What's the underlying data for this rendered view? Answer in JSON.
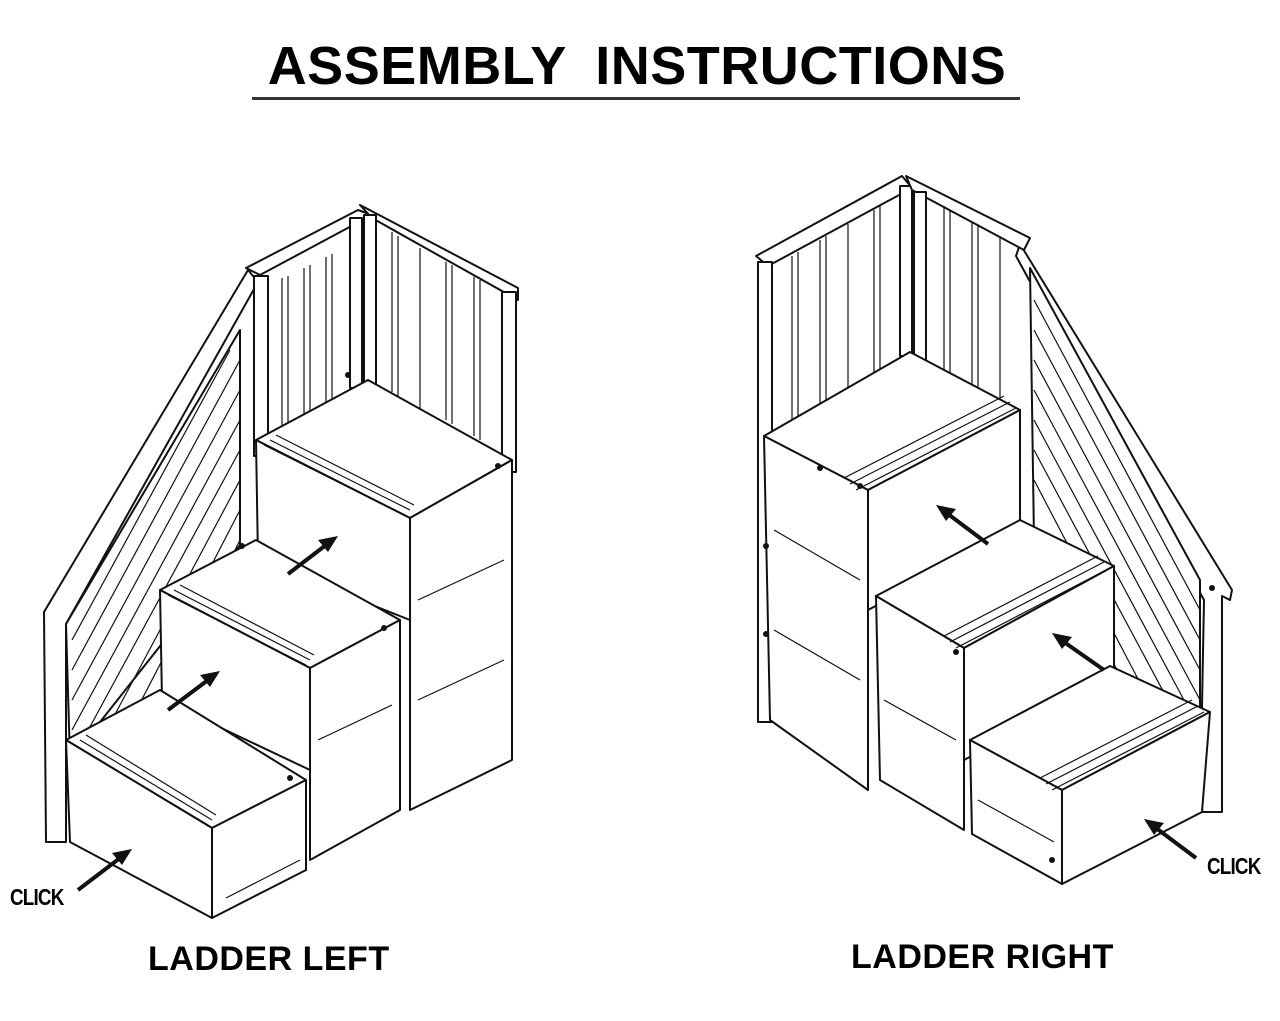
{
  "document": {
    "title": "ASSEMBLY  INSTRUCTIONS"
  },
  "figures": [
    {
      "id": "ladder-left",
      "caption": "LADDER LEFT",
      "callout": "CLICK",
      "icon": "staircase-drawing",
      "steps": 3,
      "arrows": 3
    },
    {
      "id": "ladder-right",
      "caption": "LADDER RIGHT",
      "callout": "CLICK",
      "icon": "staircase-drawing",
      "steps": 3,
      "arrows": 3
    }
  ]
}
